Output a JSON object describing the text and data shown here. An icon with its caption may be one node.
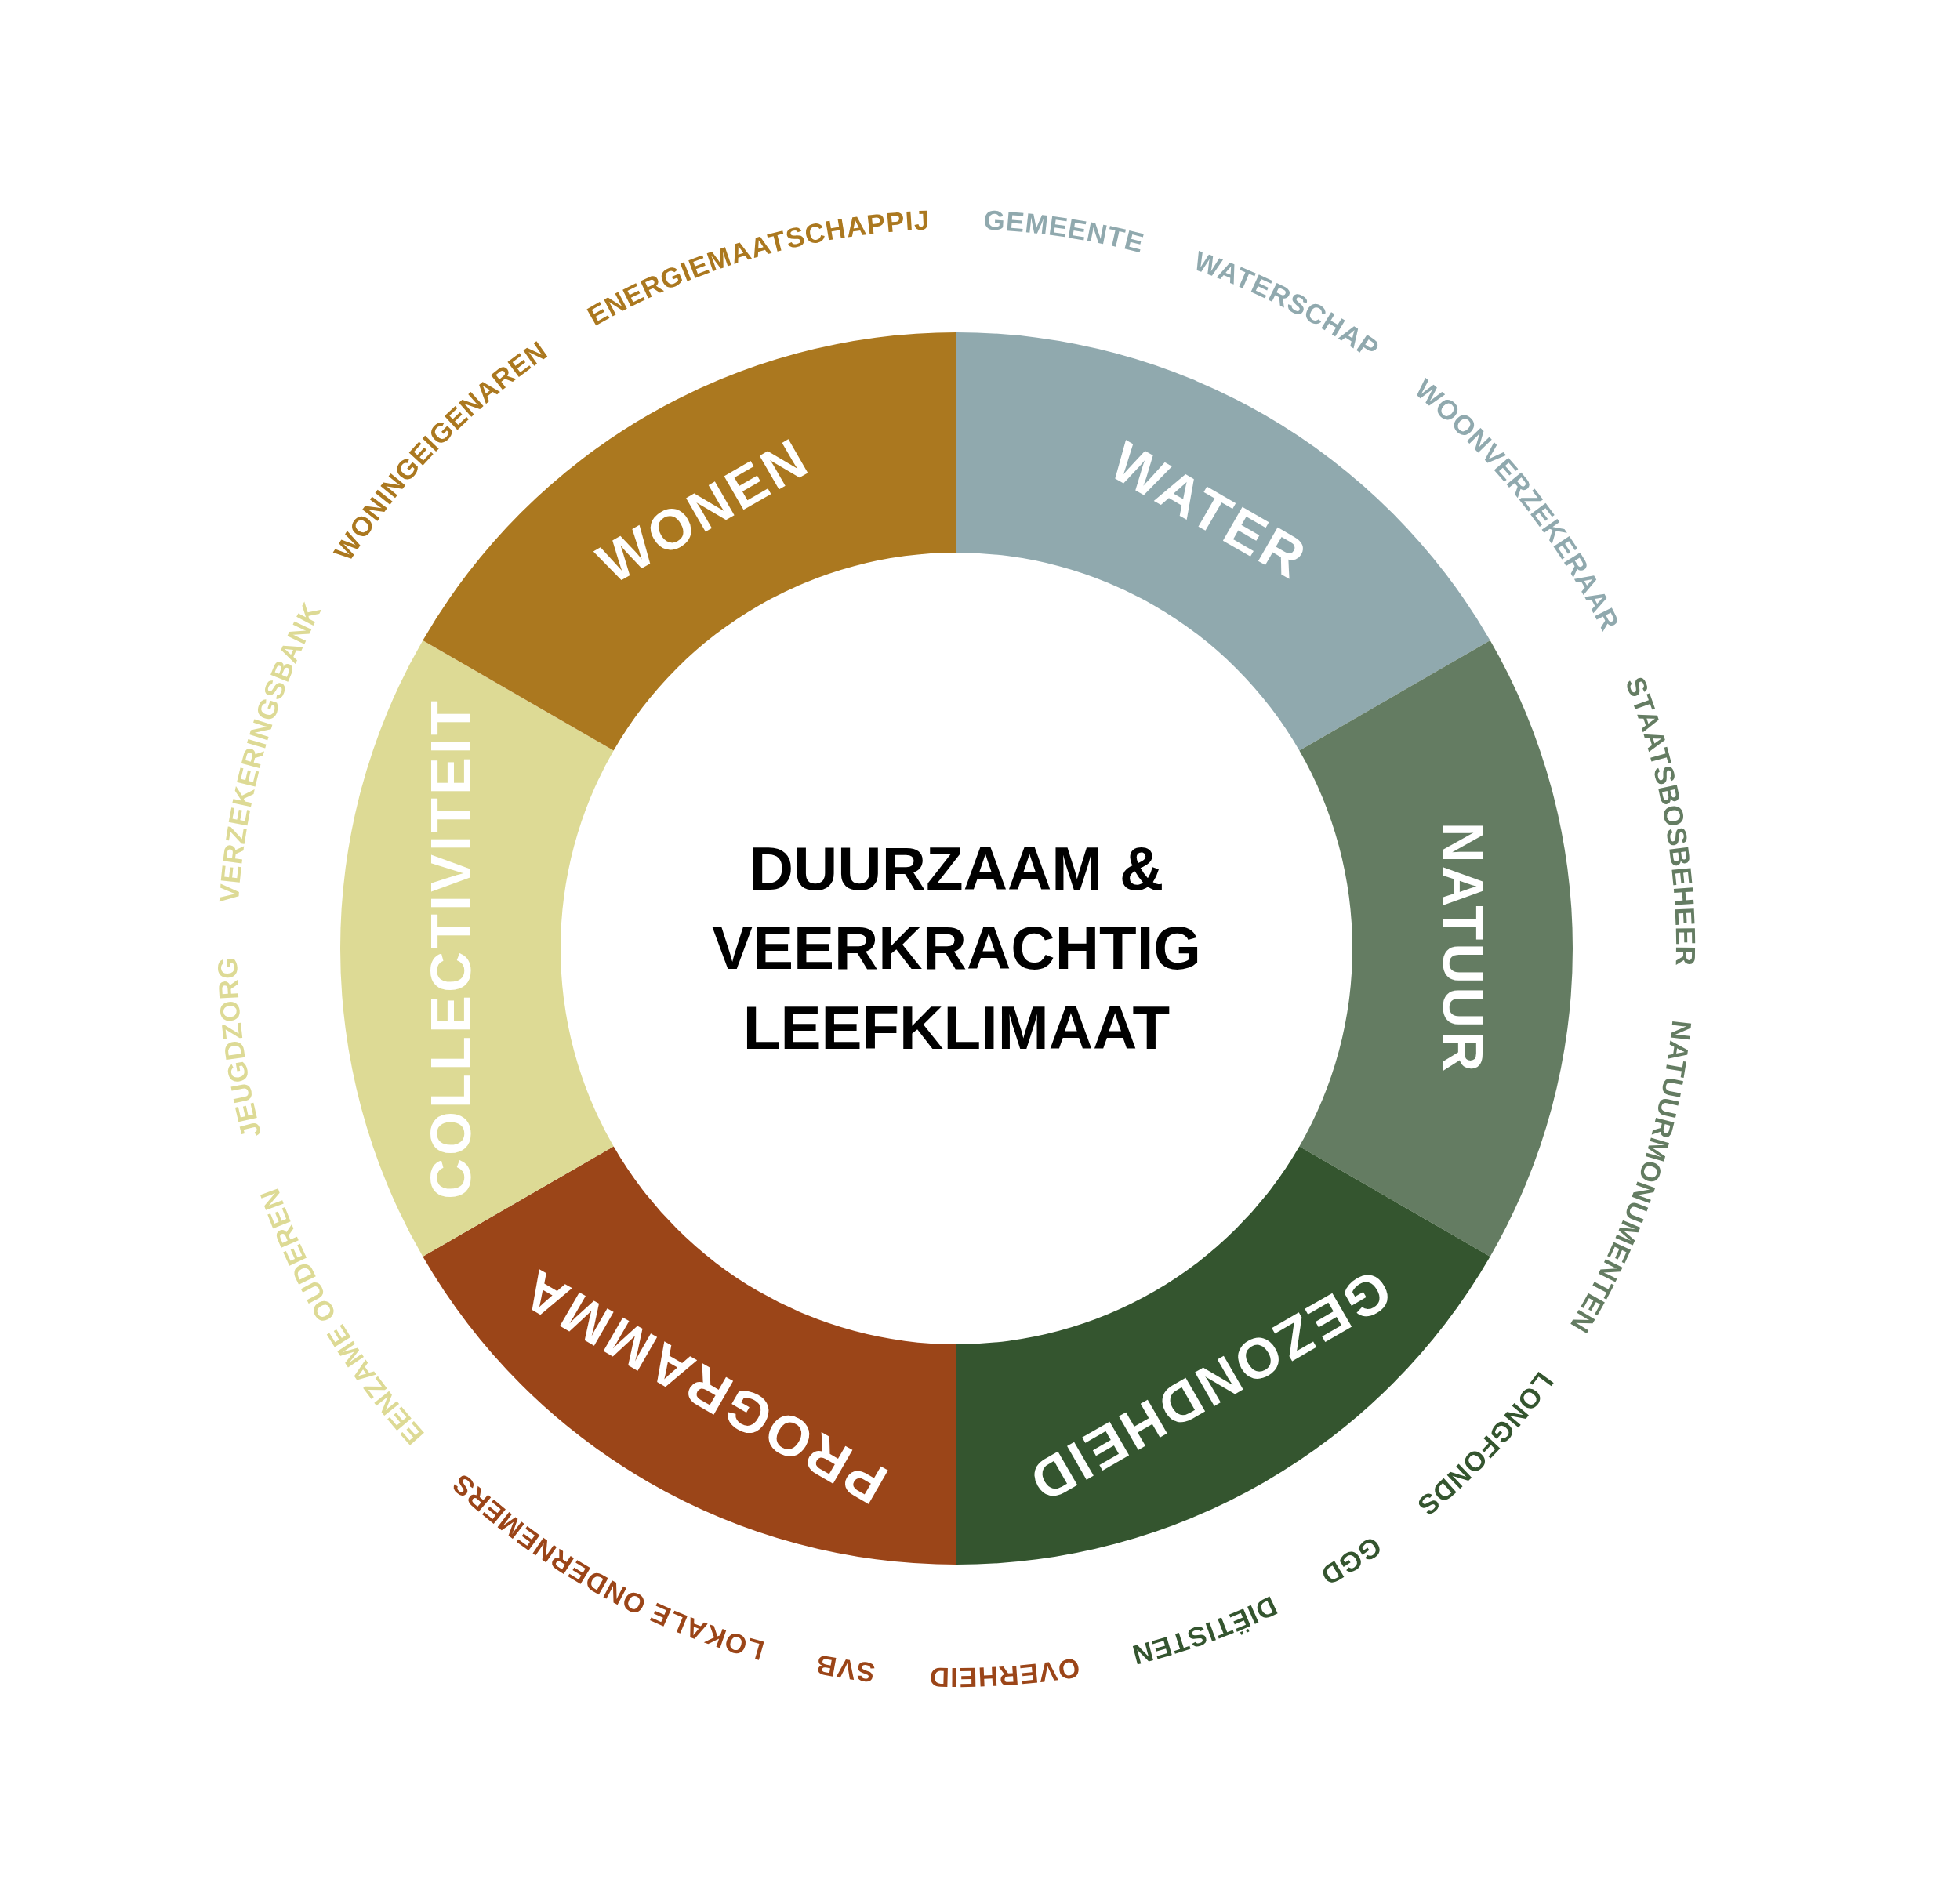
{
  "diagram": {
    "nodes": [
      {
        "text": [
          "DUURZAAM & VEERKRACHTIG LEEFKLIMAAT"
        ]
      },
      {
        "text": [
          "WATER"
        ],
        "beside": [
          "GEMEENTE",
          "WATERSCHAP",
          "WOONVERZEKERAAR"
        ]
      },
      {
        "text": [
          "NATUUR"
        ],
        "beside": [
          "STAATSBOSBEHEER",
          "NATUURMONUMENTEN"
        ]
      },
      {
        "text": [
          "GEZONDHEID"
        ],
        "beside": [
          "LONGFONDS",
          "GGD",
          "DIËTISTEN"
        ]
      },
      {
        "text": [
          "PROGRAMMA"
        ],
        "beside": [
          "OVERHEID",
          "SVB",
          "LOKALE ONDERNEMERS"
        ]
      },
      {
        "text": [
          "COLLECTIVITEIT"
        ],
        "beside": [
          "EENZAME OUDEREN",
          "JEUGDZORG",
          "VERZEKERINGSBANK"
        ]
      },
      {
        "text": [
          "WONEN"
        ],
        "beside": [
          "WONINGEIGENAREN",
          "ENERGIEMAATSCHAPPIJ"
        ]
      }
    ],
    "edges": []
  }
}
